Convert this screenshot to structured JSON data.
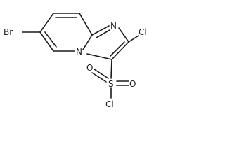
{
  "molecule": {
    "atoms": {
      "br": "Br",
      "n_imidazole": "N",
      "n_bridge": "N",
      "cl_ring": "Cl",
      "s": "S",
      "o_upper": "O",
      "o_right": "O",
      "cl_sulfonyl": "Cl"
    }
  }
}
